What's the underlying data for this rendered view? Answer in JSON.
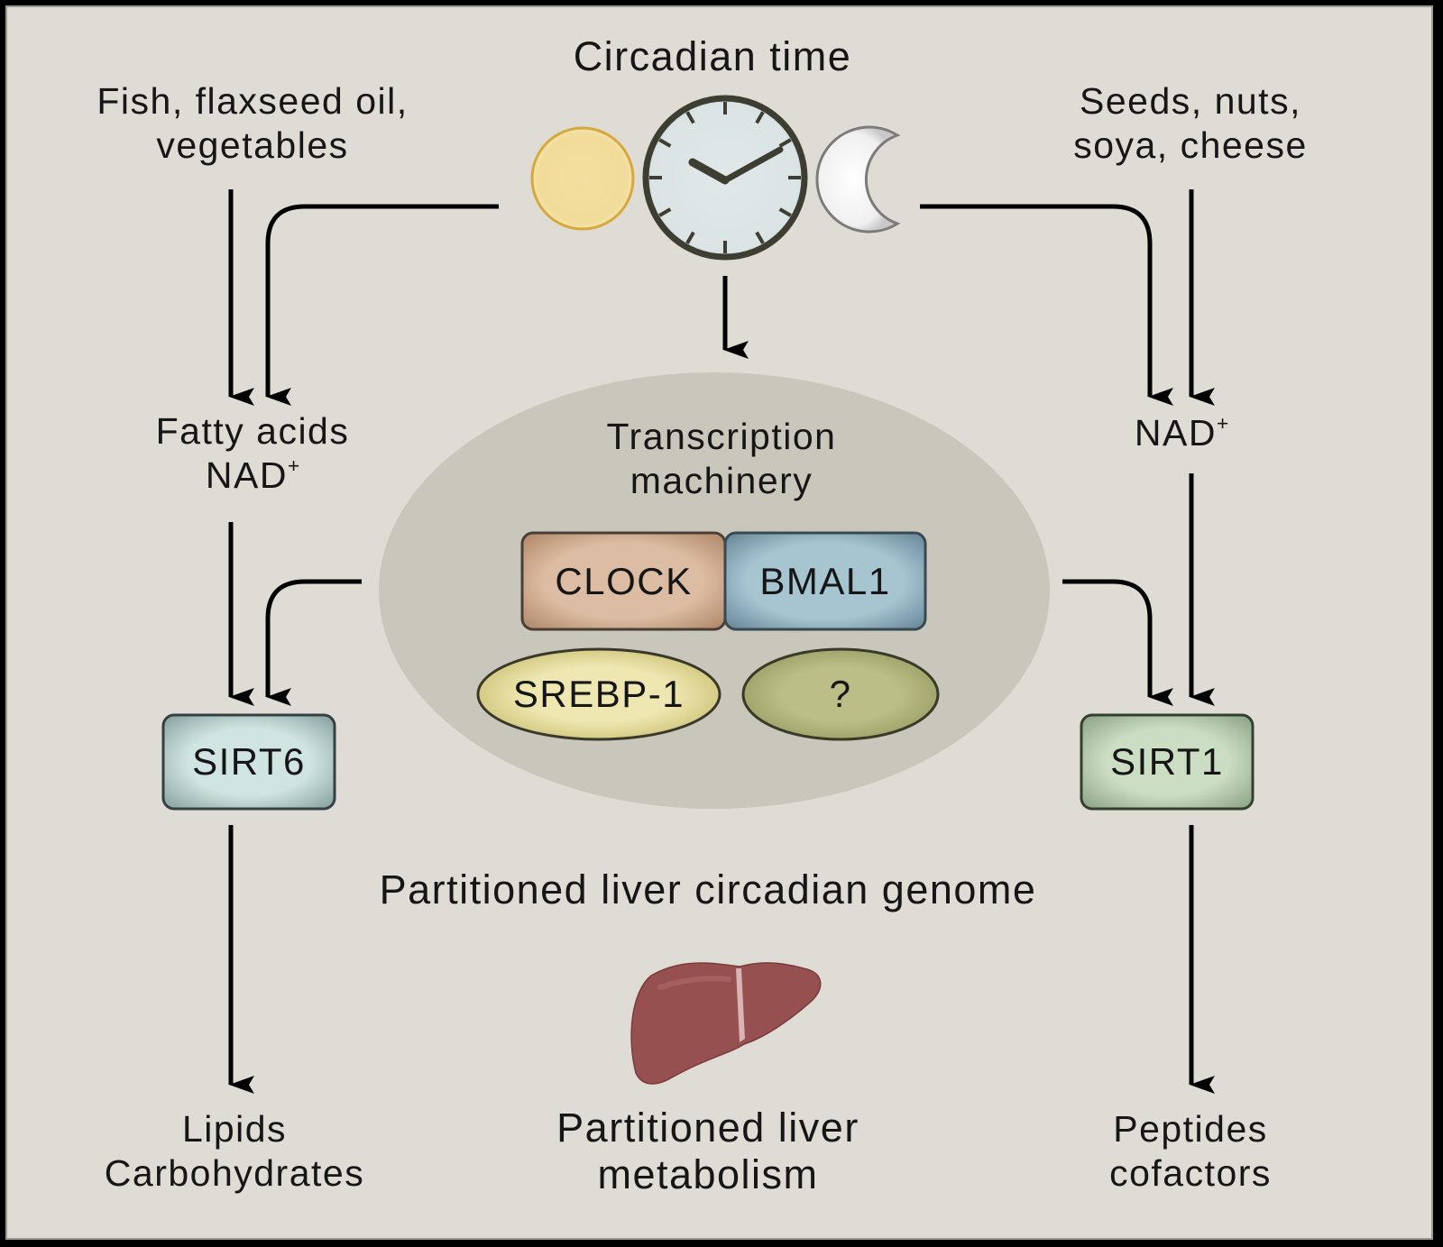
{
  "title": "Circadian time",
  "inputs": {
    "left_food": [
      "Fish, flaxseed oil,",
      "vegetables"
    ],
    "right_food": [
      "Seeds, nuts,",
      "soya, cheese"
    ]
  },
  "icons": {
    "sun": "sun-icon",
    "clock": "clock-icon",
    "moon": "crescent-moon-icon",
    "liver": "liver-icon"
  },
  "intermediates": {
    "left": {
      "line1": "Fatty acids",
      "line2_base": "NAD",
      "line2_sup": "+"
    },
    "right": {
      "base": "NAD",
      "sup": "+"
    }
  },
  "transcription": {
    "heading": [
      "Transcription",
      "machinery"
    ],
    "factors": {
      "clock": "CLOCK",
      "bmal1": "BMAL1",
      "srebp1": "SREBP-1",
      "unknown": "?"
    }
  },
  "sirtuins": {
    "left": "SIRT6",
    "right": "SIRT1"
  },
  "genome_label": "Partitioned liver circadian genome",
  "outputs": {
    "left": [
      "Lipids",
      "Carbohydrates"
    ],
    "center": [
      "Partitioned liver",
      "metabolism"
    ],
    "right": [
      "Peptides",
      "cofactors"
    ]
  },
  "colors": {
    "background": "#dedcd5",
    "ellipse": "#c9c6bb",
    "clock_fill": "#dbe4e5",
    "clock_rim": "#3e3d32",
    "sun_fill": "#f2dc9a",
    "sun_rim": "#d6a93a",
    "moon_fill": "#f4f4f4",
    "moon_rim": "#7d7a7a",
    "clock_box": "#d8b69c",
    "bmal1_box": "#a4c2cf",
    "srebp1": "#ece3a8",
    "unknown": "#b9bc84",
    "sirt6": "#cde2df",
    "sirt1": "#c9dcc2",
    "liver": "#95504f",
    "arrow": "#000000"
  }
}
